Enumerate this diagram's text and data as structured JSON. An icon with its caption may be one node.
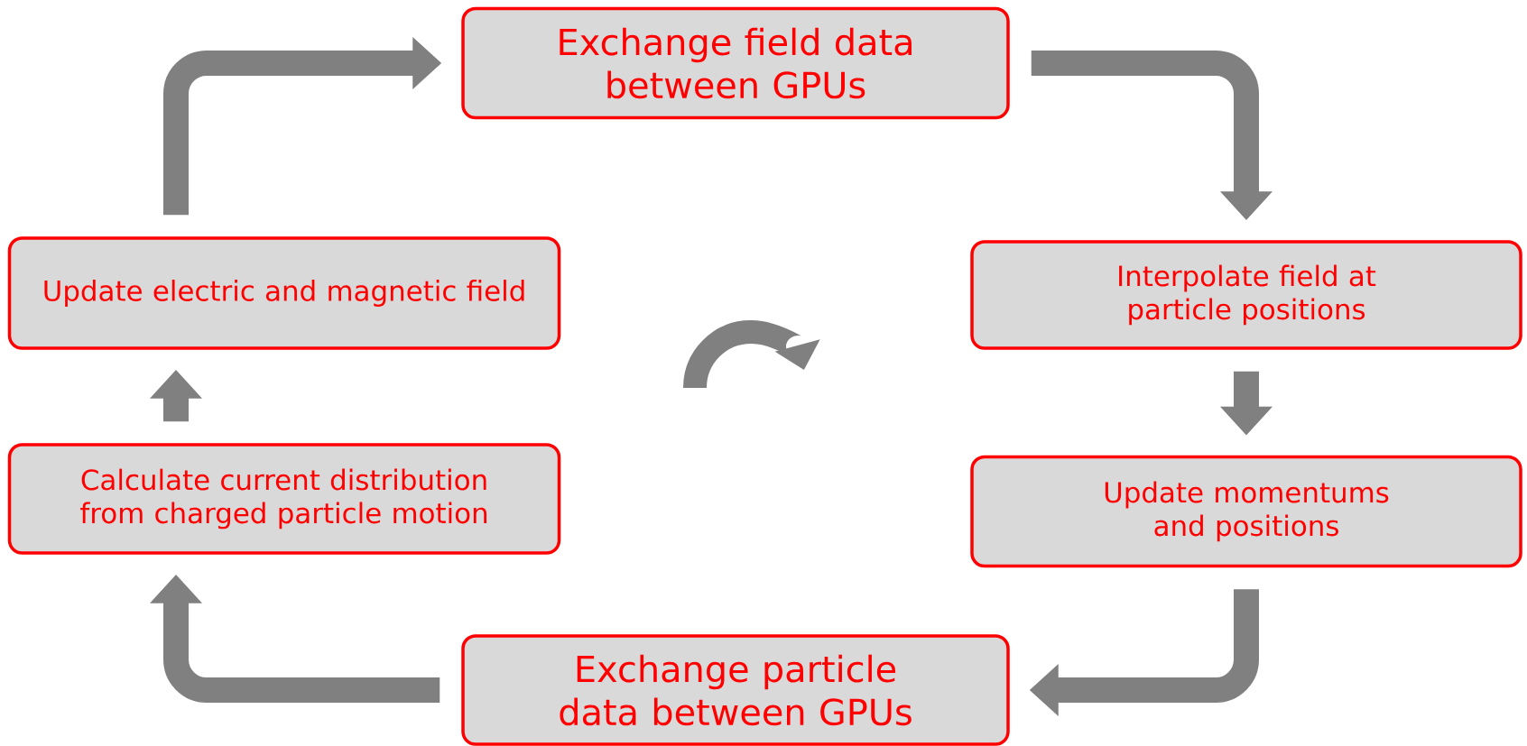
{
  "diagram": {
    "nodes": [
      {
        "text": [
          "Exchange field data between GPUs"
        ]
      },
      {
        "text": [
          "Update electric and magnetic field"
        ]
      },
      {
        "text": [
          "Interpolate field at particle positions"
        ]
      },
      {
        "text": [
          "Calculate current distribution from charged particle motion"
        ]
      },
      {
        "text": [
          "Update momentums and positions"
        ]
      },
      {
        "text": [
          "Exchange particle data between GPUs"
        ]
      }
    ],
    "edges": [
      {
        "from": 1,
        "to": 0,
        "arrow": "to"
      },
      {
        "from": 0,
        "to": 2,
        "arrow": "to"
      },
      {
        "from": 2,
        "to": 4,
        "arrow": "to"
      },
      {
        "from": 4,
        "to": 5,
        "arrow": "to"
      },
      {
        "from": 5,
        "to": 3,
        "arrow": "to"
      },
      {
        "from": 3,
        "to": 1,
        "arrow": "to"
      }
    ]
  }
}
